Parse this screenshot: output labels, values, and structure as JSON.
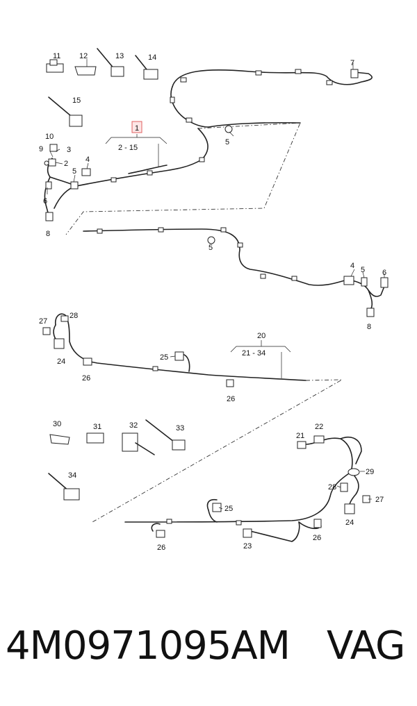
{
  "diagram": {
    "callouts": [
      {
        "id": "c11",
        "text": "11"
      },
      {
        "id": "c12",
        "text": "12"
      },
      {
        "id": "c13",
        "text": "13"
      },
      {
        "id": "c14",
        "text": "14"
      },
      {
        "id": "c7",
        "text": "7"
      },
      {
        "id": "c15",
        "text": "15"
      },
      {
        "id": "c1",
        "text": "1"
      },
      {
        "id": "c1range",
        "text": "2 - 15"
      },
      {
        "id": "c5a",
        "text": "5"
      },
      {
        "id": "c10",
        "text": "10"
      },
      {
        "id": "c9",
        "text": "9"
      },
      {
        "id": "c3",
        "text": "3"
      },
      {
        "id": "c2",
        "text": "2"
      },
      {
        "id": "c4a",
        "text": "4"
      },
      {
        "id": "c5b",
        "text": "5"
      },
      {
        "id": "c6a",
        "text": "6"
      },
      {
        "id": "c8a",
        "text": "8"
      },
      {
        "id": "c5c",
        "text": "5"
      },
      {
        "id": "c4b",
        "text": "4"
      },
      {
        "id": "c5d",
        "text": "5"
      },
      {
        "id": "c6b",
        "text": "6"
      },
      {
        "id": "c8b",
        "text": "8"
      },
      {
        "id": "c27a",
        "text": "27"
      },
      {
        "id": "c28a",
        "text": "28"
      },
      {
        "id": "c24a",
        "text": "24"
      },
      {
        "id": "c26a",
        "text": "26"
      },
      {
        "id": "c25a",
        "text": "25"
      },
      {
        "id": "c20",
        "text": "20"
      },
      {
        "id": "c20range",
        "text": "21 - 34"
      },
      {
        "id": "c26b",
        "text": "26"
      },
      {
        "id": "c30",
        "text": "30"
      },
      {
        "id": "c31",
        "text": "31"
      },
      {
        "id": "c32",
        "text": "32"
      },
      {
        "id": "c33",
        "text": "33"
      },
      {
        "id": "c34",
        "text": "34"
      },
      {
        "id": "c21",
        "text": "21"
      },
      {
        "id": "c22",
        "text": "22"
      },
      {
        "id": "c29",
        "text": "29"
      },
      {
        "id": "c28b",
        "text": "28"
      },
      {
        "id": "c27b",
        "text": "27"
      },
      {
        "id": "c25b",
        "text": "25"
      },
      {
        "id": "c24b",
        "text": "24"
      },
      {
        "id": "c26c",
        "text": "26"
      },
      {
        "id": "c26d",
        "text": "26"
      },
      {
        "id": "c23",
        "text": "23"
      }
    ]
  },
  "footer": {
    "part_number": "4M0971095AM",
    "brand": "VAG"
  },
  "colors": {
    "highlight_box": "#e06060",
    "line": "#222222"
  }
}
